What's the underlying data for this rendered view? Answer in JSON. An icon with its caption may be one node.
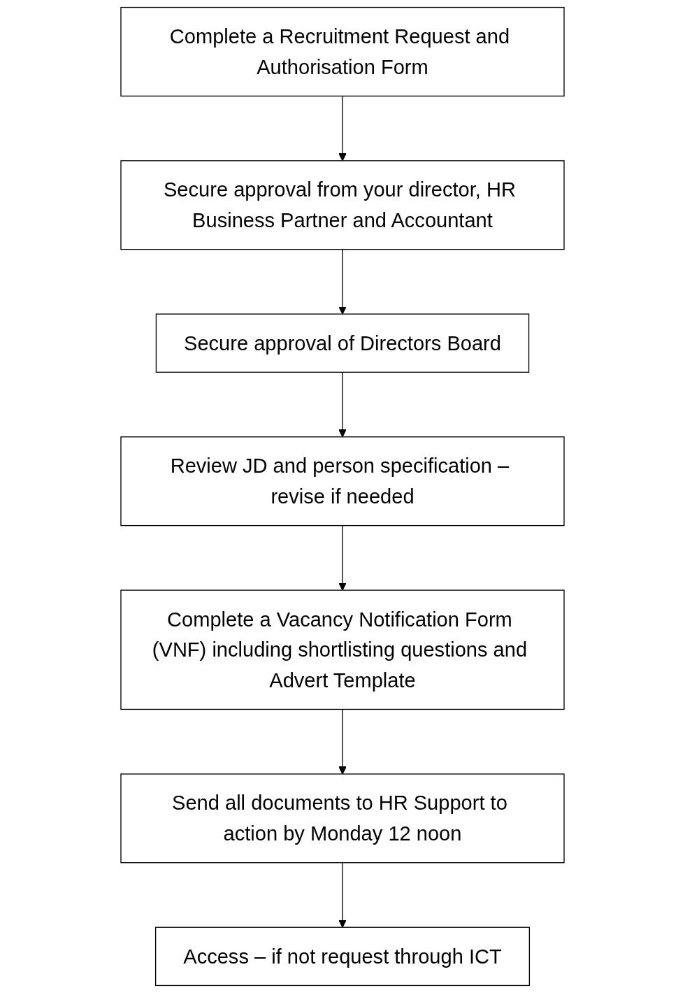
{
  "diagram": {
    "nodes": [
      {
        "text": [
          "Complete a Recruitment Request and Authorisation Form"
        ]
      },
      {
        "text": [
          "Secure approval from your director, HR Business Partner and Accountant"
        ]
      },
      {
        "text": [
          "Secure approval of Directors Board"
        ]
      },
      {
        "text": [
          "Review JD and person specification – revise if needed"
        ]
      },
      {
        "text": [
          "Complete a Vacancy Notification Form (VNF) including shortlisting questions and Advert Template"
        ]
      },
      {
        "text": [
          "Send all documents to HR Support to action by Monday 12 noon"
        ]
      },
      {
        "text": [
          "Access – if not request through ICT"
        ]
      }
    ],
    "edges": [
      {
        "from": 0,
        "to": 1,
        "arrow": "to"
      },
      {
        "from": 1,
        "to": 2,
        "arrow": "to"
      },
      {
        "from": 2,
        "to": 3,
        "arrow": "to"
      },
      {
        "from": 3,
        "to": 4,
        "arrow": "to"
      },
      {
        "from": 4,
        "to": 5,
        "arrow": "to"
      },
      {
        "from": 5,
        "to": 6,
        "arrow": "to"
      }
    ]
  }
}
